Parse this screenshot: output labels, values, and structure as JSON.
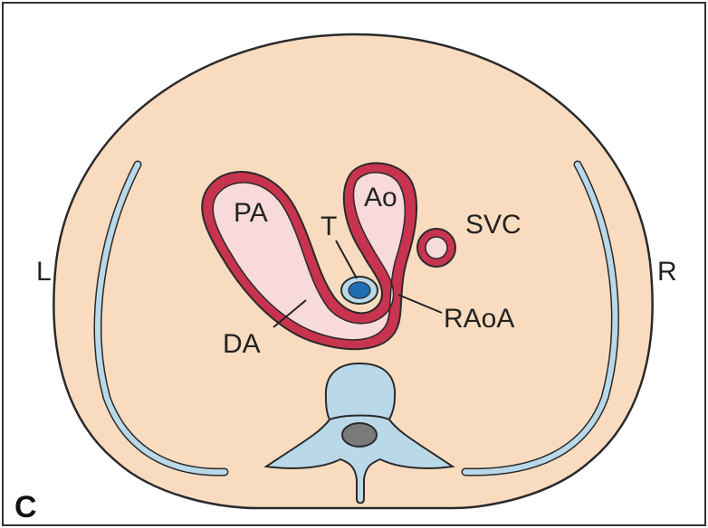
{
  "figure": {
    "panel_label": "C",
    "side_labels": {
      "left": "L",
      "right": "R"
    },
    "structure_labels": {
      "pulmonary_artery": "PA",
      "aorta": "Ao",
      "svc": "SVC",
      "trachea": "T",
      "ductus": "DA",
      "right_aortic_arch": "RAoA"
    }
  },
  "colors": {
    "body_fill": "#f9dcc0",
    "vessel_wall": "#c8334f",
    "vessel_lumen": "#f8dada",
    "bone_fill": "#b9d8e8",
    "trachea_fill": "#1f6db3",
    "spinal_canal": "#7a7a7a",
    "outline": "#2a2a2a"
  }
}
